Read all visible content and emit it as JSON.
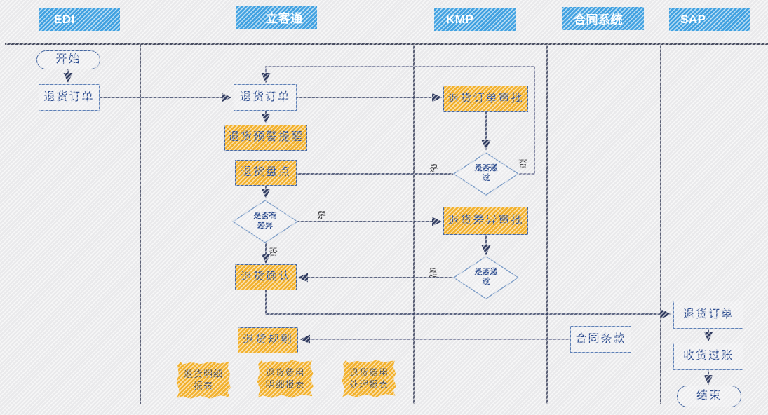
{
  "colors": {
    "lane_header_blue": "#3FA0E0",
    "node_orange": "#F1B02C",
    "node_border_blue": "#44659F",
    "diamond_border_blue": "#7C9CC6",
    "node_text_blue": "#2E4D8F",
    "connector_dark": "#2F3A5F",
    "connector_gray": "#6D7394",
    "doc_text_gray": "#4C4C50"
  },
  "lanes": [
    {
      "label": "EDI"
    },
    {
      "label": "立客通"
    },
    {
      "label": "KMP"
    },
    {
      "label": "合同系统"
    },
    {
      "label": "SAP"
    }
  ],
  "nodes": {
    "start": "开始",
    "edi_return_order": "退货订单",
    "lkt_return_order": "退货订单",
    "return_warning": "退货预警提醒",
    "return_stocktake": "退货盘点",
    "has_difference": "是否有差异",
    "return_confirm": "退货确认",
    "return_rules": "退货规则",
    "doc_return_detail": "退货明细报表",
    "doc_return_fee_detail": "退货费用明细报表",
    "doc_return_fee_process": "退货费用处理报表",
    "return_order_approval": "退货订单审批",
    "approval_pass_1": "是否通过",
    "return_diff_approval": "退货差异审批",
    "approval_pass_2": "是否通过",
    "contract_terms": "合同条款",
    "sap_return_order": "退货订单",
    "goods_receipt_posting": "收货过账",
    "end": "结束"
  },
  "edge_labels": {
    "d1_yes": "是",
    "d1_no": "否",
    "diff_yes": "是",
    "diff_no": "否",
    "d2_yes": "是"
  }
}
